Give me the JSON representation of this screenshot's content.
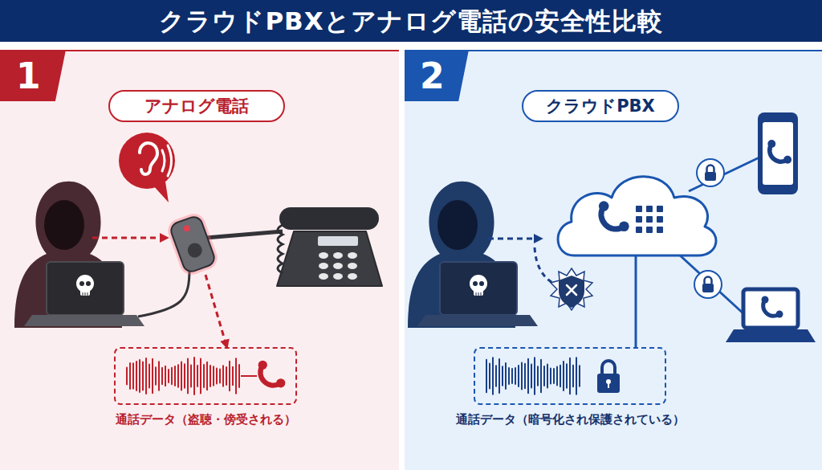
{
  "diagram": {
    "title": "クラウドPBXとアナログ電話の安全性比較",
    "nodes": [
      {
        "text": [
          "1"
        ]
      },
      {
        "text": [
          "アナログ電話"
        ]
      },
      {
        "text": [
          "通話データ（盗聴・傍受される）"
        ]
      },
      {
        "text": [
          "2"
        ]
      },
      {
        "text": [
          "クラウドPBX"
        ]
      },
      {
        "text": [
          "通話データ（暗号化され保護されている）"
        ]
      }
    ]
  }
}
